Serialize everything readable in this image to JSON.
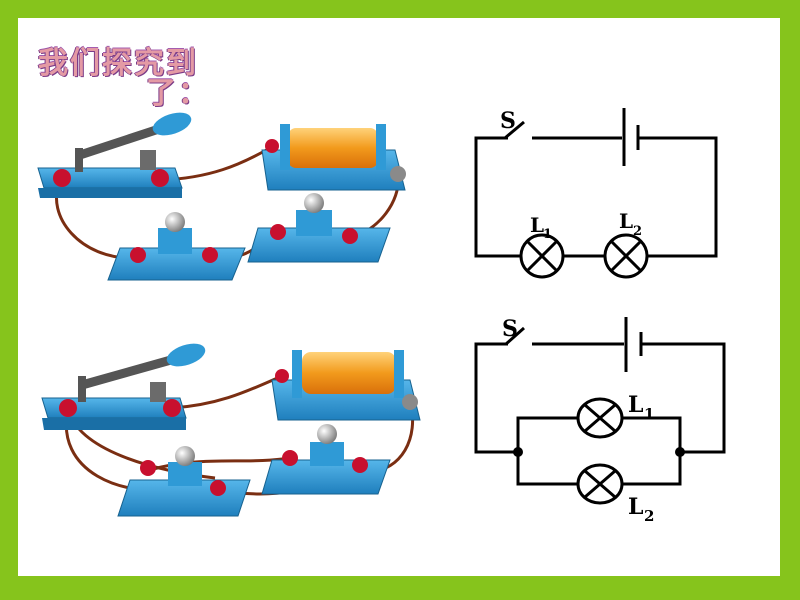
{
  "title": {
    "line1": "我们探究到",
    "line2": "了："
  },
  "series_circuit": {
    "switch_label": "S",
    "lamp1_label": "L",
    "lamp1_sub": "1",
    "lamp2_label": "L",
    "lamp2_sub": "2"
  },
  "parallel_circuit": {
    "switch_label": "S",
    "lamp1_label": "L",
    "lamp1_sub": "1",
    "lamp2_label": "L",
    "lamp2_sub": "2"
  },
  "colors": {
    "border": "#86c41c",
    "base_blue": "#2f9ad6",
    "terminal_red": "#c8102e",
    "wire_brown": "#7a2e12",
    "battery_orange": "#f29a1c"
  }
}
